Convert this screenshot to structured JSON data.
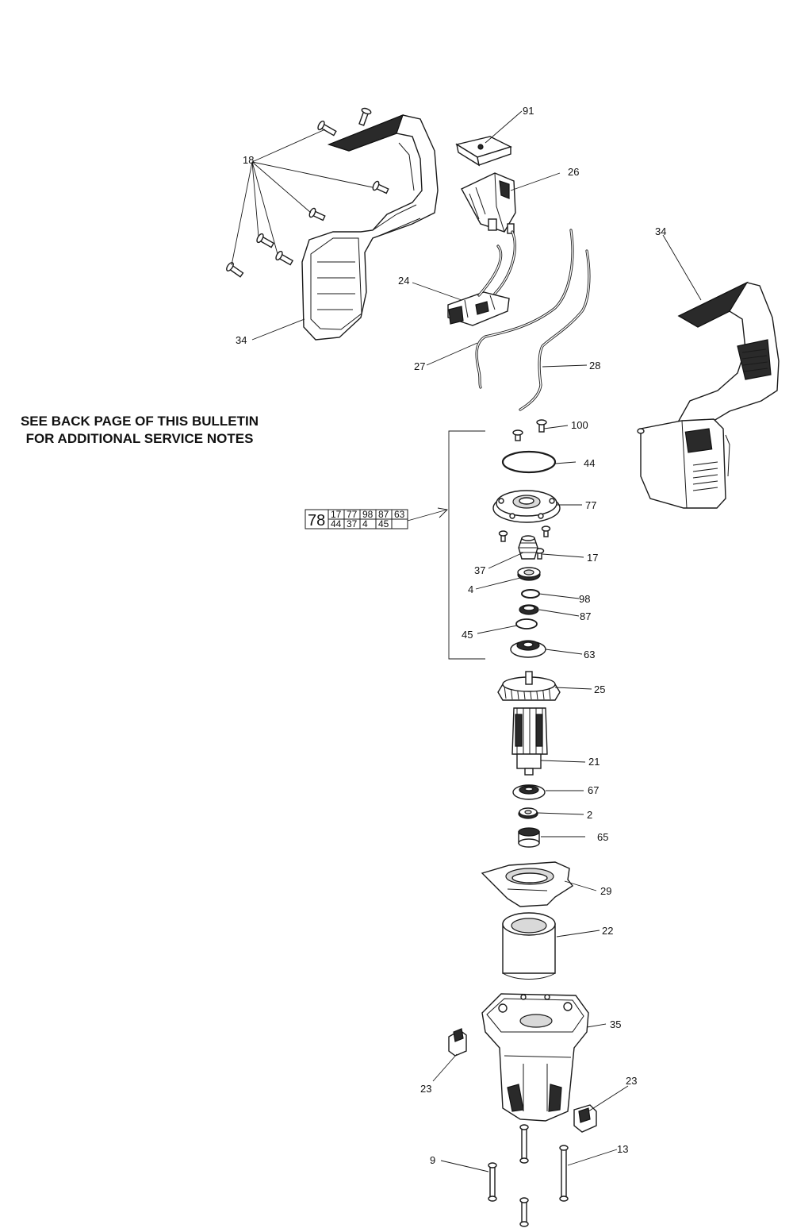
{
  "note": {
    "line1": "SEE BACK PAGE OF THIS BULLETIN",
    "line2": "FOR ADDITIONAL SERVICE NOTES"
  },
  "kit": {
    "number": "78",
    "row1": [
      "17",
      "77",
      "98",
      "87",
      "63"
    ],
    "row2": [
      "44",
      "37",
      "4",
      "45",
      ""
    ]
  },
  "callouts": {
    "c91": "91",
    "c18": "18",
    "c26": "26",
    "c34a": "34",
    "c34b": "34",
    "c24": "24",
    "c27": "27",
    "c28": "28",
    "c100": "100",
    "c44": "44",
    "c77": "77",
    "c37": "37",
    "c17": "17",
    "c4": "4",
    "c98": "98",
    "c87": "87",
    "c45": "45",
    "c63": "63",
    "c25": "25",
    "c21": "21",
    "c67": "67",
    "c2": "2",
    "c65": "65",
    "c29": "29",
    "c22": "22",
    "c35": "35",
    "c23a": "23",
    "c23b": "23",
    "c9": "9",
    "c13": "13"
  }
}
